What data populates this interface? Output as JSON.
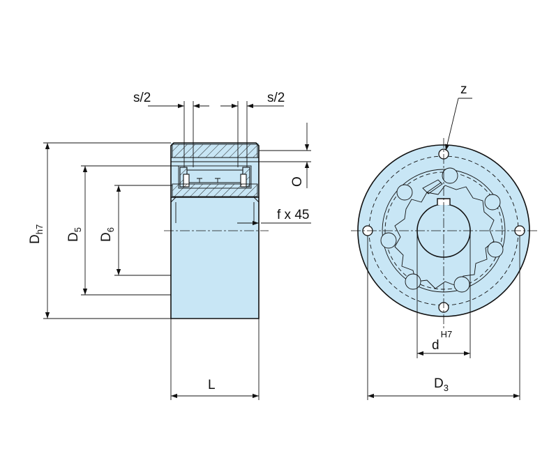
{
  "labels": {
    "s2_left": "s/2",
    "s2_right": "s/2",
    "z": "z",
    "o": "O",
    "f45": "f x 45",
    "dh7_main": "D",
    "dh7_sub": "h7",
    "d5_main": "D",
    "d5_sub": "5",
    "d6_main": "D",
    "d6_sub": "6",
    "l": "L",
    "d_main": "d",
    "d_sup": "H7",
    "d3_main": "D",
    "d3_sub": "3"
  },
  "colors": {
    "part_fill": "#c8e6f5",
    "line": "#111111"
  }
}
